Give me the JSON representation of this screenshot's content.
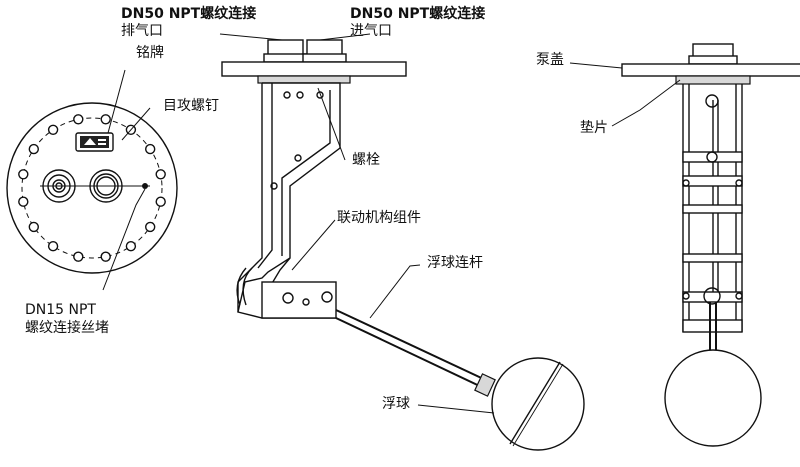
{
  "labels": {
    "outlet_top": "DN50 NPT螺纹连接",
    "outlet_bottom": "排气口",
    "inlet_top": "DN50 NPT螺纹连接",
    "inlet_bottom": "进气口",
    "nameplate": "铭牌",
    "self_tapping_screw": "目攻螺钉",
    "bolt": "螺栓",
    "linkage_assembly": "联动机构组件",
    "float_rod": "浮球连杆",
    "float": "浮球",
    "plug_top": "DN15  NPT",
    "plug_bottom": "螺纹连接丝堵",
    "pump_cover": "泵盖",
    "gasket": "垫片"
  }
}
